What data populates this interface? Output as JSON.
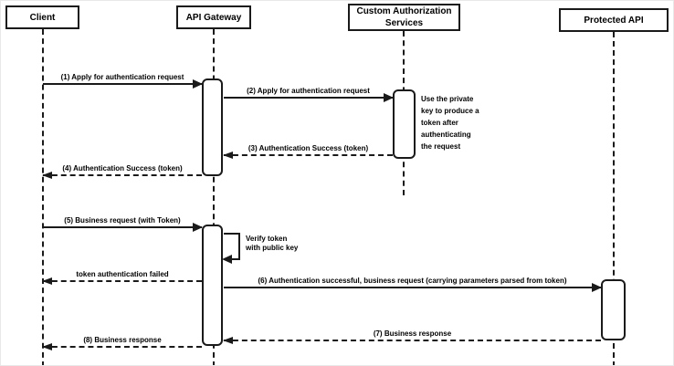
{
  "diagram": {
    "type": "uml-sequence-diagram",
    "colors": {
      "line": "#1a1a1a",
      "fill": "#ffffff",
      "text": "#000000",
      "background": "#ffffff"
    },
    "actors": [
      {
        "label": "Client"
      },
      {
        "label": "API Gateway"
      },
      {
        "label": "Custom Authorization Services"
      },
      {
        "label": "Protected API"
      }
    ],
    "messages": [
      {
        "label": "(1) Apply for authentication request",
        "from": "Client",
        "to": "API Gateway",
        "style": "solid"
      },
      {
        "label": "(2) Apply for authentication request",
        "from": "API Gateway",
        "to": "Custom Authorization Services",
        "style": "solid"
      },
      {
        "label": "(3) Authentication Success (token)",
        "from": "Custom Authorization Services",
        "to": "API Gateway",
        "style": "dashed"
      },
      {
        "label": "(4) Authentication Success (token)",
        "from": "API Gateway",
        "to": "Client",
        "style": "dashed"
      },
      {
        "label": "(5) Business request (with Token)",
        "from": "Client",
        "to": "API Gateway",
        "style": "solid"
      },
      {
        "label": "Verify token\nwith public key",
        "from": "API Gateway",
        "to": "API Gateway",
        "style": "self"
      },
      {
        "label": "token authentication failed",
        "from": "API Gateway",
        "to": "Client",
        "style": "dashed"
      },
      {
        "label": "(6) Authentication successful, business request (carrying parameters parsed from token)",
        "from": "API Gateway",
        "to": "Protected API",
        "style": "solid"
      },
      {
        "label": "(7) Business response",
        "from": "Protected API",
        "to": "API Gateway",
        "style": "dashed"
      },
      {
        "label": "(8) Business response",
        "from": "API Gateway",
        "to": "Client",
        "style": "dashed"
      }
    ],
    "note": {
      "label": "Use the private\nkey to produce a\ntoken after\nauthenticating\nthe request"
    }
  }
}
